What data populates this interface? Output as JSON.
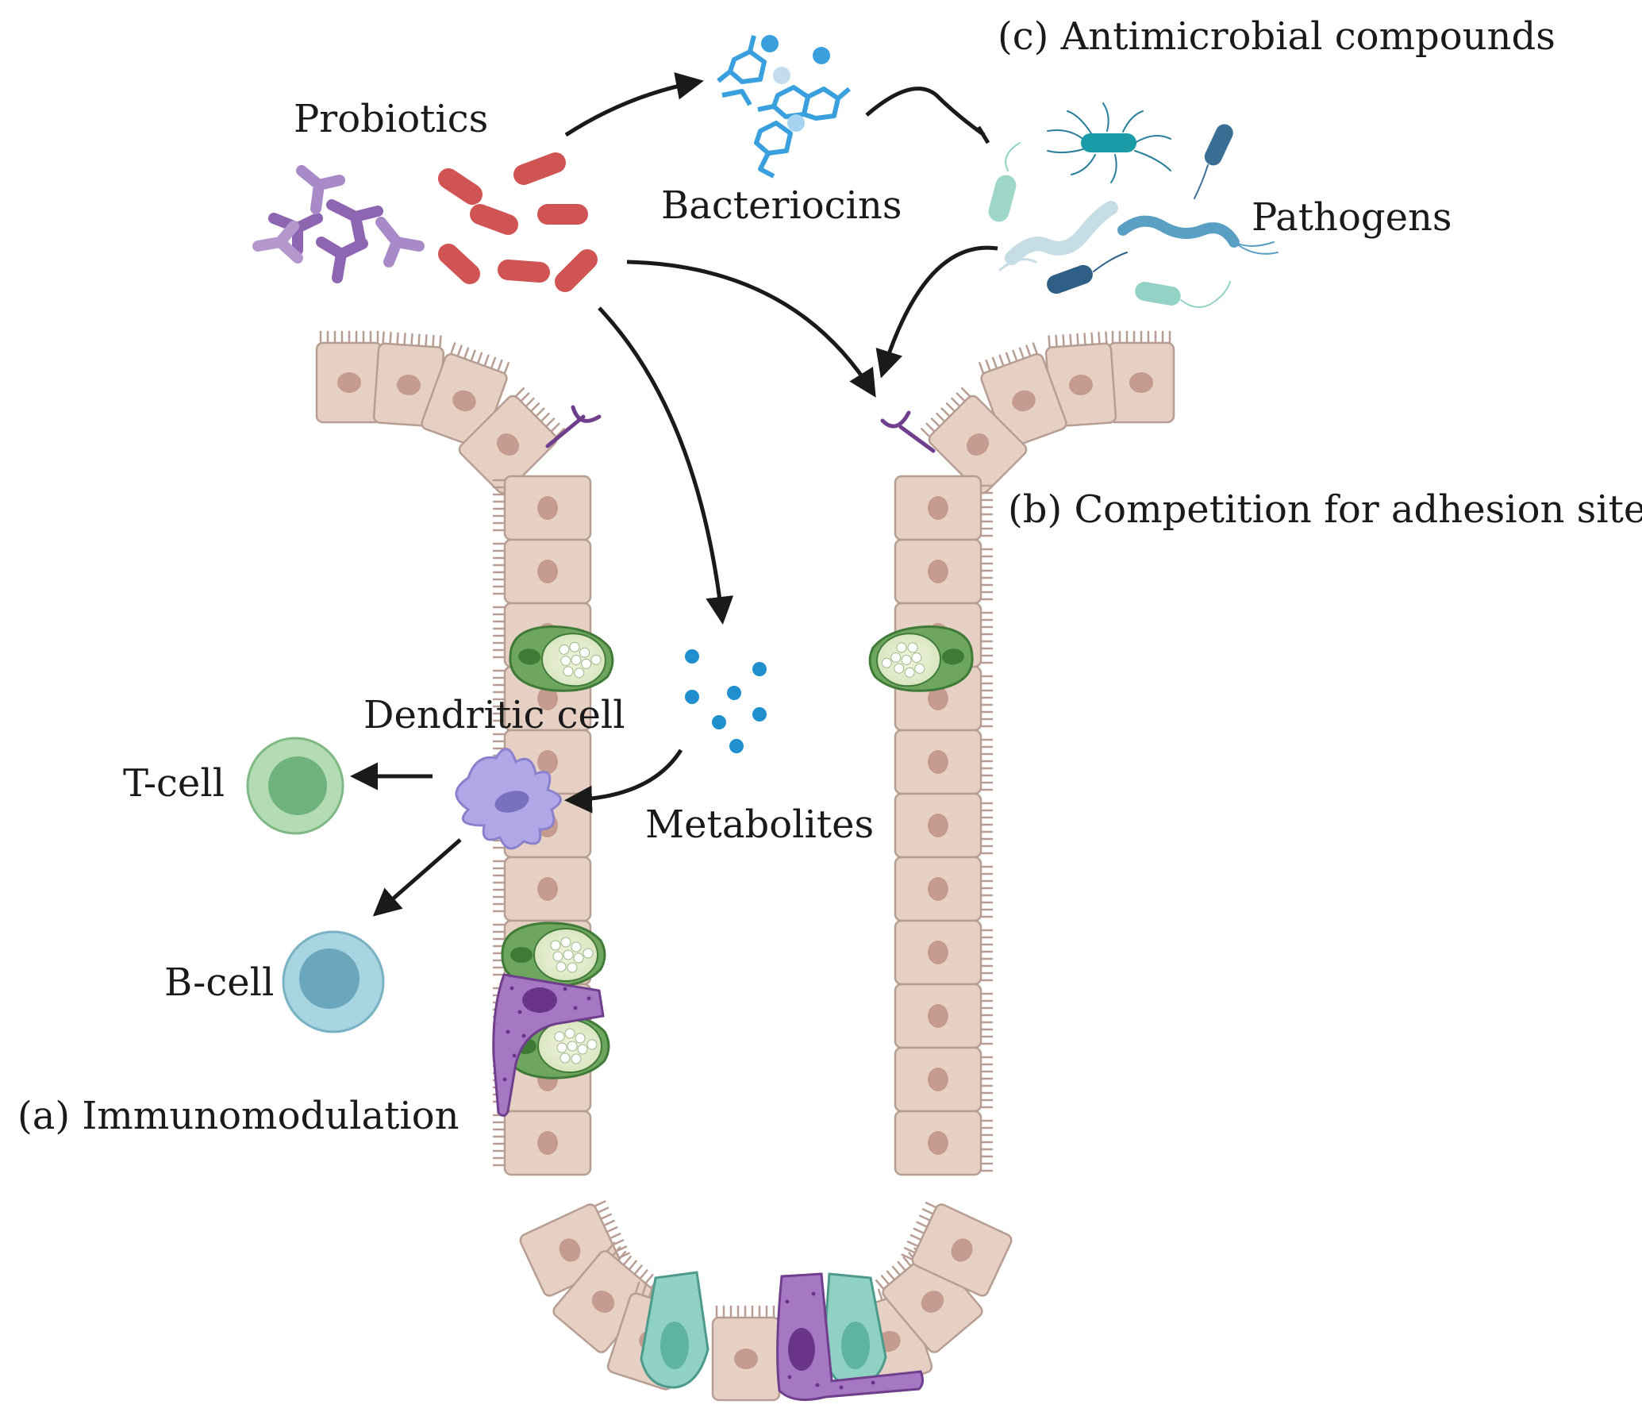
{
  "labels": {
    "probiotics": "Probiotics",
    "bacteriocins": "Bacteriocins",
    "antimicrobial": "(c) Antimicrobial compounds",
    "pathogens": "Pathogens",
    "competition": "(b) Competition for adhesion site",
    "dendritic_cell": "Dendritic cell",
    "t_cell": "T-cell",
    "metabolites": "Metabolites",
    "b_cell": "B-cell",
    "immunomodulation": "(a) Immunomodulation"
  },
  "colors": {
    "epithelium_fill": "#e6d0c4",
    "epithelium_stroke": "#b79e93",
    "nucleus": "#c49b8e",
    "probiotic_rod": "#d05454",
    "probiotic_branched": "#8d65b0",
    "bacteriocin": "#3aa0dd",
    "metabolite_dot": "#1f8fcd",
    "goblet_cell": "#5f9a55",
    "tuft_cell": "#8c57a8",
    "paneth_cell": "#8cd3c4",
    "dendritic_cell": "#a9a2e0",
    "t_cell": "#8fcc98",
    "b_cell": "#8ec8d8",
    "arrow": "#1a1a1a"
  }
}
